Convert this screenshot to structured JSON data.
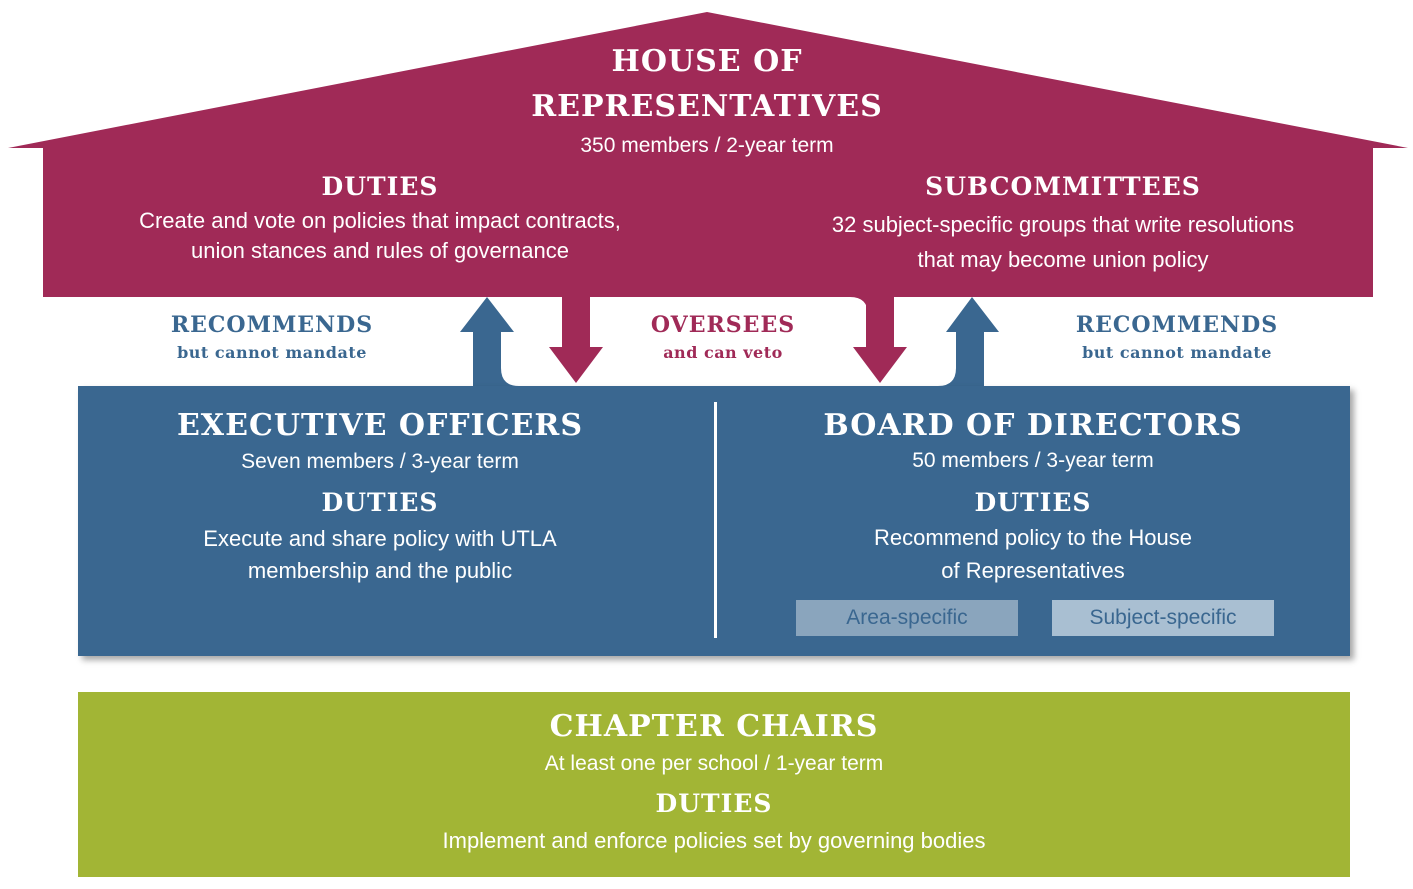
{
  "colors": {
    "house": "#a02a57",
    "blue": "#3a6790",
    "green": "#a2b535",
    "tag_area": "#8aa5bd",
    "tag_subject": "#a9bfd2"
  },
  "house": {
    "title_line1": "HOUSE OF",
    "title_line2": "REPRESENTATIVES",
    "subtitle": "350 members / 2-year term",
    "duties_heading": "DUTIES",
    "duties_line1": "Create and vote on policies that impact contracts,",
    "duties_line2": "union stances and rules of governance",
    "subcommittees_heading": "SUBCOMMITTEES",
    "subcommittees_line1": "32 subject-specific groups that write resolutions",
    "subcommittees_line2": "that may become union policy"
  },
  "relations": {
    "left_main": "RECOMMENDS",
    "left_sub": "but cannot mandate",
    "center_main": "OVERSEES",
    "center_sub": "and can veto",
    "right_main": "RECOMMENDS",
    "right_sub": "but cannot mandate"
  },
  "executive": {
    "title": "EXECUTIVE OFFICERS",
    "subtitle": "Seven members / 3-year term",
    "duties_heading": "DUTIES",
    "duties_line1": "Execute and share policy with UTLA",
    "duties_line2": "membership and the public"
  },
  "board": {
    "title": "BOARD OF DIRECTORS",
    "subtitle": "50 members / 3-year term",
    "duties_heading": "DUTIES",
    "duties_line1": "Recommend policy to the House",
    "duties_line2": "of Representatives",
    "tag_area": "Area-specific",
    "tag_subject": "Subject-specific"
  },
  "chapter": {
    "title": "CHAPTER CHAIRS",
    "subtitle": "At least one per school / 1-year term",
    "duties_heading": "DUTIES",
    "duties_line": "Implement and enforce policies set by governing bodies"
  }
}
